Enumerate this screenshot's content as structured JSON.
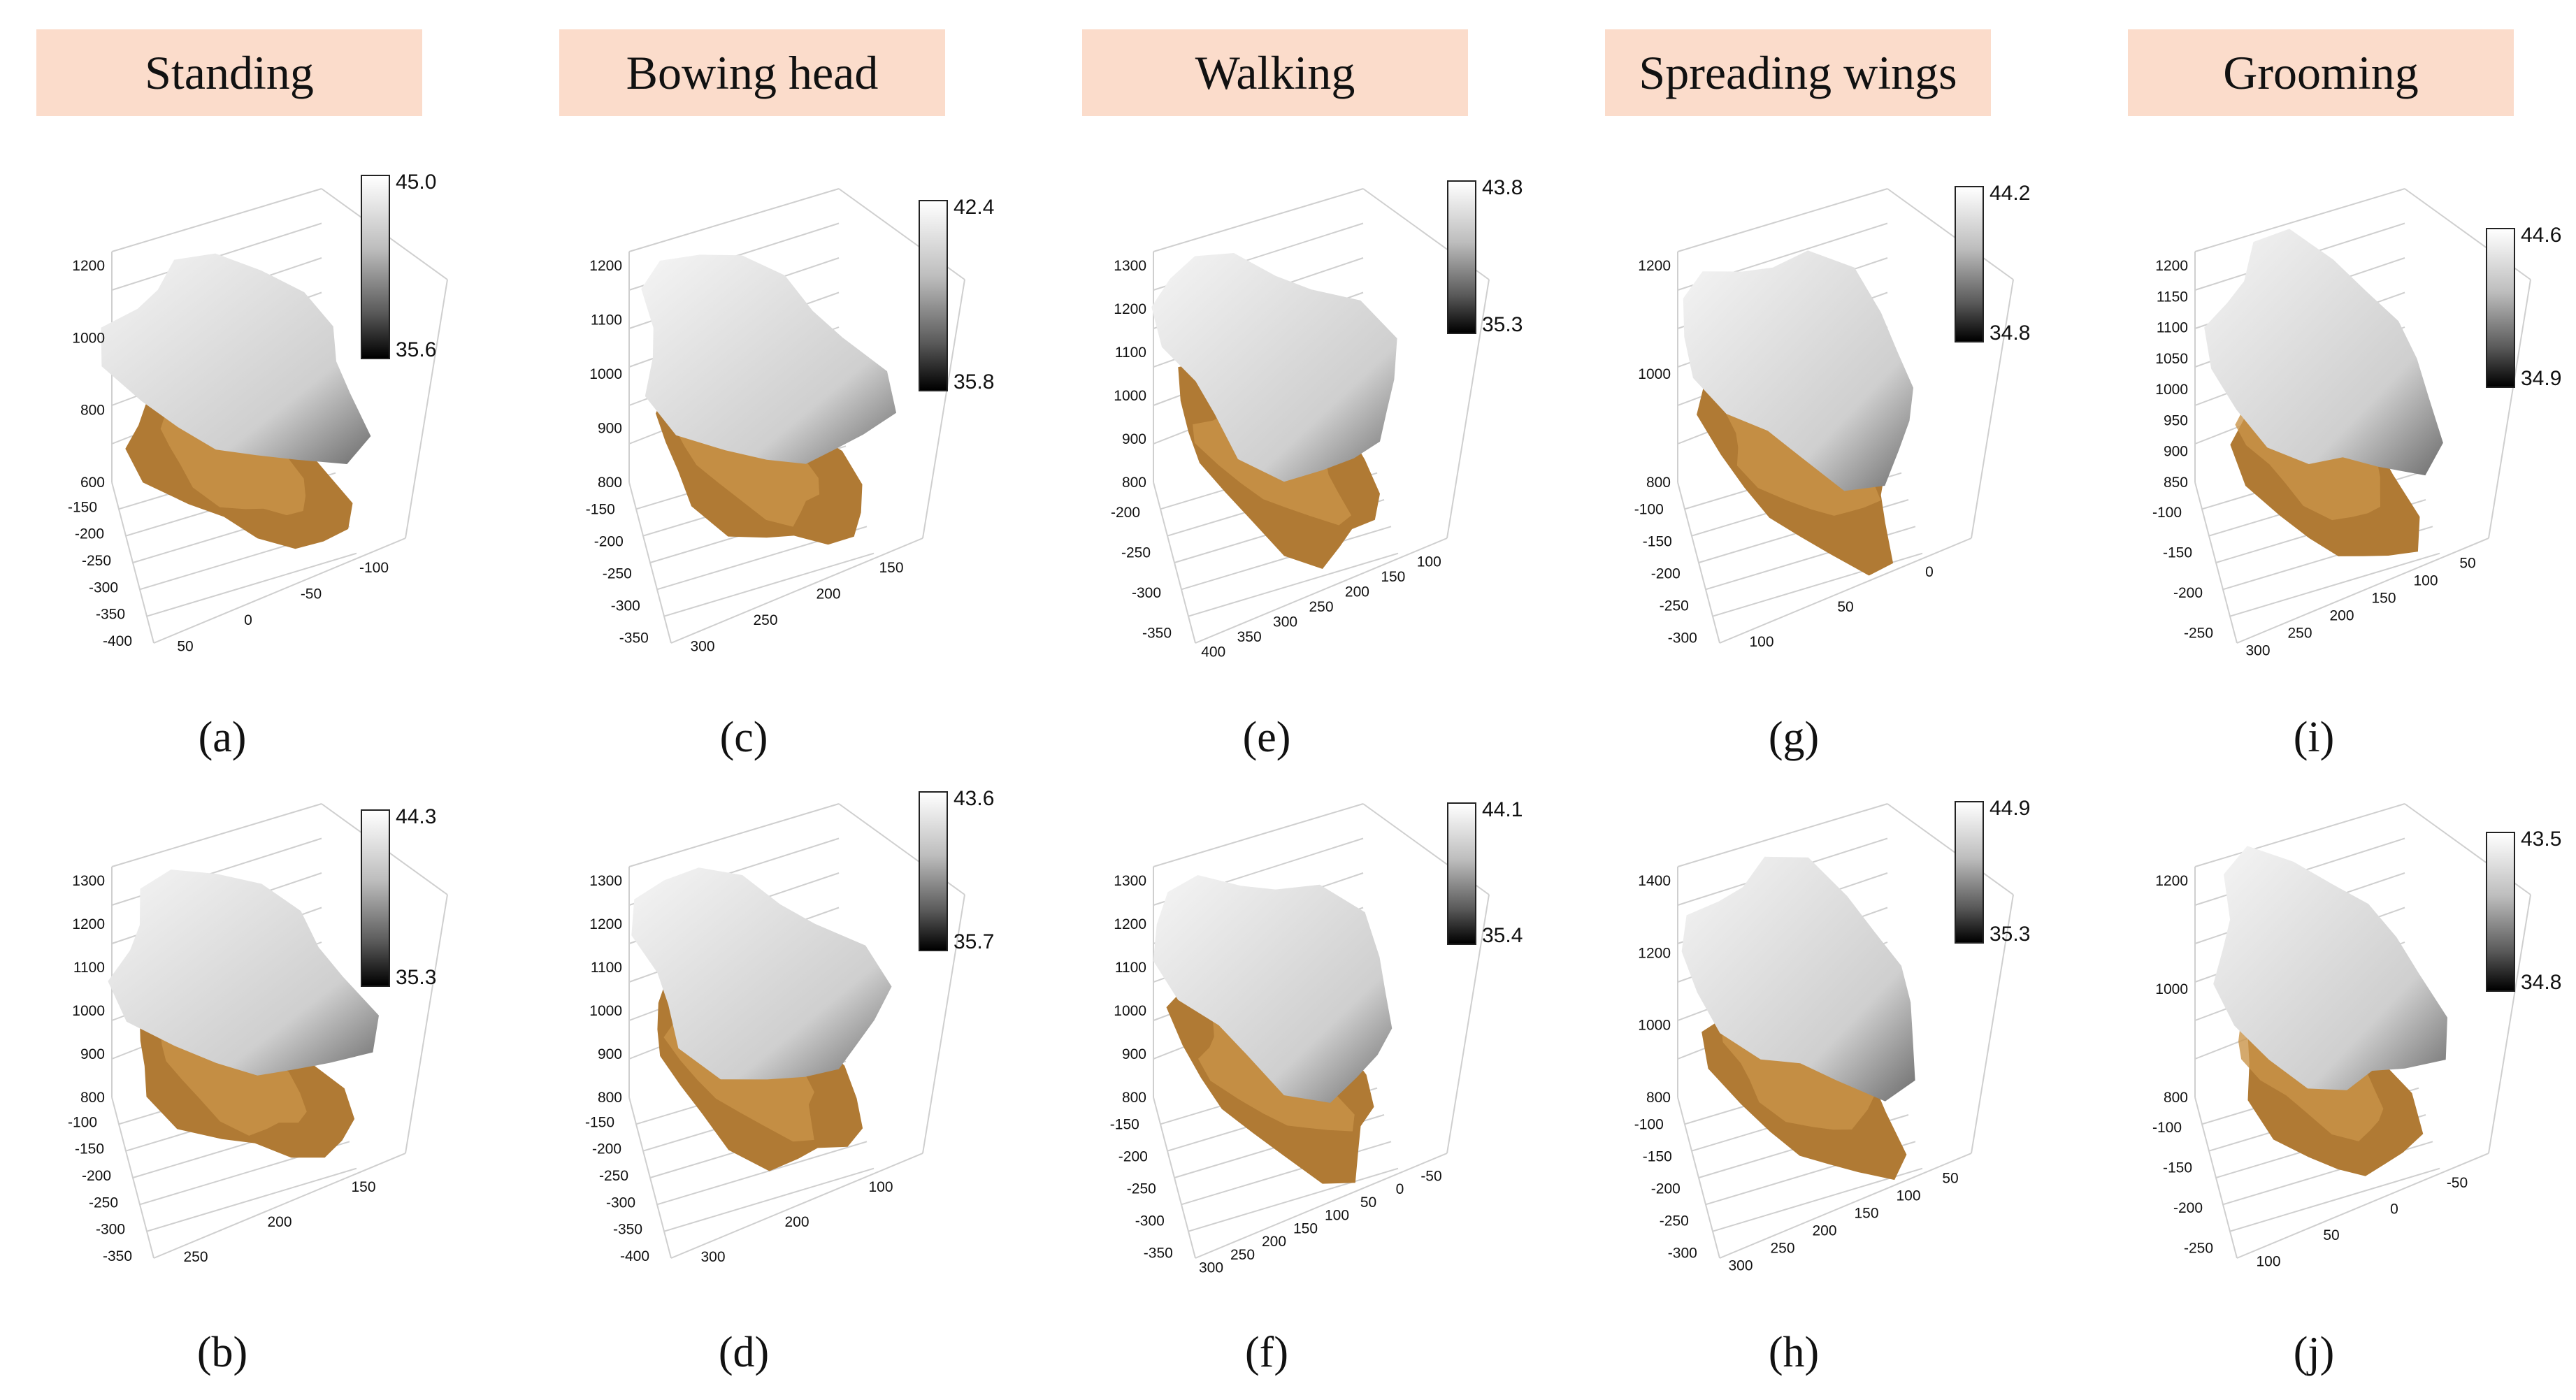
{
  "headers": [
    {
      "label": "Standing"
    },
    {
      "label": "Bowing head"
    },
    {
      "label": "Walking"
    },
    {
      "label": "Spreading wings"
    },
    {
      "label": "Grooming"
    }
  ],
  "panels": [
    {
      "caption": "(a)",
      "cb_max": "45.0",
      "cb_min": "35.6",
      "z_ticks": [
        "1200",
        "1000",
        "800",
        "600"
      ],
      "y_ticks": [
        "-150",
        "-200",
        "-250",
        "-300",
        "-350",
        "-400"
      ],
      "x_ticks": [
        "50",
        "0",
        "-50",
        "-100"
      ]
    },
    {
      "caption": "(b)",
      "cb_max": "44.3",
      "cb_min": "35.3",
      "z_ticks": [
        "1300",
        "1200",
        "1100",
        "1000",
        "900",
        "800"
      ],
      "y_ticks": [
        "-100",
        "-150",
        "-200",
        "-250",
        "-300",
        "-350"
      ],
      "x_ticks": [
        "250",
        "200",
        "150"
      ]
    },
    {
      "caption": "(c)",
      "cb_max": "42.4",
      "cb_min": "35.8",
      "z_ticks": [
        "1200",
        "1100",
        "1000",
        "900",
        "800"
      ],
      "y_ticks": [
        "-150",
        "-200",
        "-250",
        "-300",
        "-350"
      ],
      "x_ticks": [
        "300",
        "250",
        "200",
        "150"
      ]
    },
    {
      "caption": "(d)",
      "cb_max": "43.6",
      "cb_min": "35.7",
      "z_ticks": [
        "1300",
        "1200",
        "1100",
        "1000",
        "900",
        "800"
      ],
      "y_ticks": [
        "-150",
        "-200",
        "-250",
        "-300",
        "-350",
        "-400"
      ],
      "x_ticks": [
        "300",
        "200",
        "100"
      ]
    },
    {
      "caption": "(e)",
      "cb_max": "43.8",
      "cb_min": "35.3",
      "z_ticks": [
        "1300",
        "1200",
        "1100",
        "1000",
        "900",
        "800"
      ],
      "y_ticks": [
        "-200",
        "-250",
        "-300",
        "-350"
      ],
      "x_ticks": [
        "400",
        "350",
        "300",
        "250",
        "200",
        "150",
        "100"
      ]
    },
    {
      "caption": "(f)",
      "cb_max": "44.1",
      "cb_min": "35.4",
      "z_ticks": [
        "1300",
        "1200",
        "1100",
        "1000",
        "900",
        "800"
      ],
      "y_ticks": [
        "-150",
        "-200",
        "-250",
        "-300",
        "-350"
      ],
      "x_ticks": [
        "300",
        "250",
        "200",
        "150",
        "100",
        "50",
        "0",
        "-50"
      ]
    },
    {
      "caption": "(g)",
      "cb_max": "44.2",
      "cb_min": "34.8",
      "z_ticks": [
        "1200",
        "1000",
        "800"
      ],
      "y_ticks": [
        "-100",
        "-150",
        "-200",
        "-250",
        "-300"
      ],
      "x_ticks": [
        "100",
        "50",
        "0"
      ]
    },
    {
      "caption": "(h)",
      "cb_max": "44.9",
      "cb_min": "35.3",
      "z_ticks": [
        "1400",
        "1200",
        "1000",
        "800"
      ],
      "y_ticks": [
        "-100",
        "-150",
        "-200",
        "-250",
        "-300"
      ],
      "x_ticks": [
        "300",
        "250",
        "200",
        "150",
        "100",
        "50"
      ]
    },
    {
      "caption": "(i)",
      "cb_max": "44.6",
      "cb_min": "34.9",
      "z_ticks": [
        "1200",
        "1150",
        "1100",
        "1050",
        "1000",
        "950",
        "900",
        "850"
      ],
      "y_ticks": [
        "-100",
        "-150",
        "-200",
        "-250"
      ],
      "x_ticks": [
        "300",
        "250",
        "200",
        "150",
        "100",
        "50"
      ]
    },
    {
      "caption": "(j)",
      "cb_max": "43.5",
      "cb_min": "34.8",
      "z_ticks": [
        "1200",
        "1000",
        "800"
      ],
      "y_ticks": [
        "-100",
        "-150",
        "-200",
        "-250"
      ],
      "x_ticks": [
        "100",
        "50",
        "0",
        "-50"
      ]
    }
  ]
}
